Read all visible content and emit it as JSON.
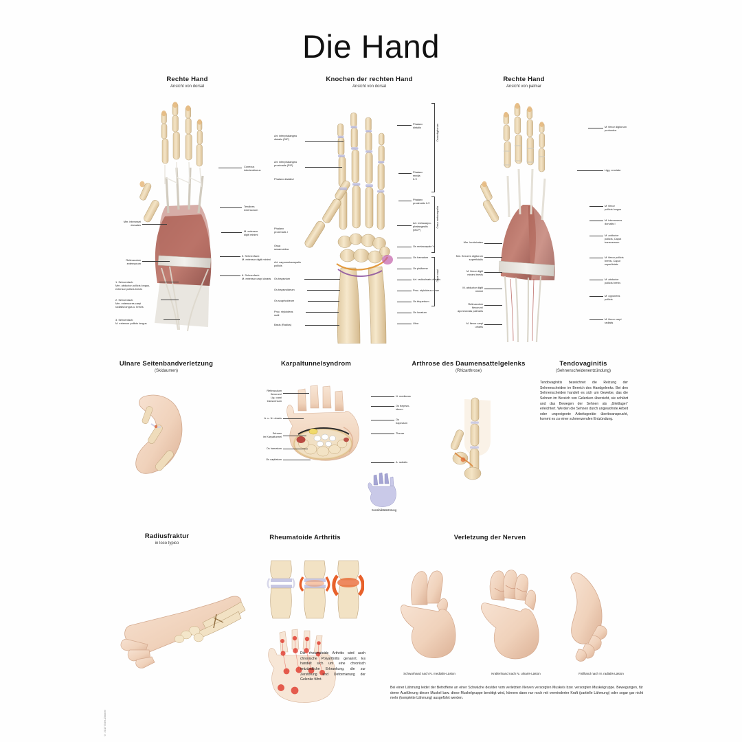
{
  "poster": {
    "title": "Die Hand",
    "copyright": "© 2017 Erler-Zimmer"
  },
  "colors": {
    "bone": "#efdcbb",
    "bone_shade": "#d8bf93",
    "muscle": "#9e5a50",
    "muscle_light": "#b97066",
    "tendon": "#e8e6e0",
    "skin": "#f3d9c6",
    "skin_shade": "#e0bba3",
    "cartilage": "#c9c9e4",
    "nerve": "#f0d96b",
    "artery": "#b93b3b",
    "vein": "#6b6bb0",
    "inflammation": "#e8612b",
    "ink": "#1c1c1c"
  },
  "row1": {
    "figures": [
      {
        "id": "hand-dorsal-muscles",
        "title": "Rechte Hand",
        "subtitle": "Ansicht von dorsal"
      },
      {
        "id": "hand-bones-dorsal",
        "title": "Knochen der rechten Hand",
        "subtitle": "Ansicht von dorsal"
      },
      {
        "id": "hand-palmar-muscles",
        "title": "Rechte Hand",
        "subtitle": "Ansicht von palmar"
      }
    ],
    "labels_dorsal_left": [
      "Mm. interossei\ndorsales",
      "Retinaculum\nextensorum",
      "1. Sehnenfach:\nMm. abductor pollicis longus,\nextensor pollicis brevis",
      "2. Sehnenfach:\nMm. extensores carpi\nradialis longus u. brevis",
      "3. Sehnenfach:\nM. extensor pollicis longus",
      "4. Sehnenfach:\nM. extensor digitorum"
    ],
    "labels_dorsal_right": [
      "Conexus\nintertendineus",
      "Tendines\nextensorum",
      "M. extensor\ndigiti minimi",
      "5. Sehnenfach:\nM. extensor digiti minimi",
      "6. Sehnenfach:\nM. extensor carpi ulnaris",
      "Mm. lumbricales"
    ],
    "labels_bones_left": [
      "Art. interphalangea\ndistalis (DIP)",
      "Art. interphalangea\nproximalis (PIP)",
      "Phalanx distalis I",
      "Phalanx\nproximalis I",
      "Ossa\nsesamoidea",
      "Art. carpometacarpalis\npollicis",
      "Os trapezium",
      "Os trapezoideum",
      "Os scaphoideum",
      "Proc. styloideus\nradii",
      "Basis (Radius)"
    ],
    "labels_bones_right": [
      "Phalanx\ndistalis",
      "Phalanx\nmedia\nII-V",
      "Phalanx\nproximalis II-V",
      "Art. metacarpo-\nphalangealis\n(MCP)",
      "Os metacarpale V",
      "Os hamatum",
      "Os pisiforme",
      "Art. radioulnaris distalis",
      "Proc. styloideus ulnae",
      "Os triquetrum",
      "Os lunatum",
      "Ulna"
    ],
    "bracket_labels_bones": [
      "Ossa digitorum",
      "Ossa metacarpalia",
      "Ossa carpi"
    ],
    "labels_palmar_left": [
      "Mm. lumbricales",
      "Mm. flexores digitorum\nsuperficialis",
      "M. flexor digiti\nminimi brevis",
      "M. abductor digiti\nminimi",
      "Retinaculum\nflexorum/\naponeurosis palmaris",
      "M. flexor carpi\nulnaris"
    ],
    "labels_palmar_right": [
      "M. flexor digitorum\nprofundus",
      "Ligg. cruciata",
      "M. flexor\npollicis longus",
      "M. interosseus\ndorsalis I",
      "M. adductor\npollicis, Caput\ntransversum",
      "M. flexor pollicis\nbrevis, Caput\nsuperficiale",
      "M. abductor\npollicis brevis",
      "M. opponens\npollicis",
      "M. flexor carpi\nradialis"
    ]
  },
  "row2": {
    "figures": [
      {
        "id": "skidaumen",
        "title": "Ulnare Seitenbandverletzung",
        "subtitle": "(Skidaumen)"
      },
      {
        "id": "karpaltunnelsyndrom",
        "title": "Karpaltunnelsyndrom",
        "subtitle": ""
      },
      {
        "id": "rhizarthrose",
        "title": "Arthrose des Daumensattelgelenks",
        "subtitle": "(Rhizarthrose)"
      },
      {
        "id": "tendovaginitis",
        "title": "Tendovaginitis",
        "subtitle": "(Sehnenscheidenentzündung)"
      }
    ],
    "tendovaginitis_text": "Tendovaginitis bezeichnet die Reizung der Sehnenscheiden im Bereich des Handgelenks. Bei den Sehnenscheiden handelt es sich um Gewebe, das die Sehnen im Bereich von Gelenken überzieht, sie schützt und das Bewegen der Sehnen als „Gleitlager“ erleichtert. Werden die Sehnen durch ungewohnte Arbeit oder ungeeignete Arbeitsgeräte überbeansprucht, kommt es zu einer schmerzenden Entzündung.",
    "karpaltunnel_labels_left": [
      "Retinaculum\nflexorum/\nLig. carpi\ntransversum",
      "A. u. N. ulnaris",
      "Sehnen\nim Karpaltunnel",
      "Os hamatum",
      "Os capitatum"
    ],
    "karpaltunnel_labels_right": [
      "N. medianus",
      "Os trapezo-\nideum",
      "Os\ntrapezium",
      "Thenar",
      "A. radialis"
    ],
    "karpaltunnel_caption": "Sensibilitätsstörung"
  },
  "row3": {
    "figures": [
      {
        "id": "radiusfraktur",
        "title": "Radiusfraktur",
        "subtitle": "in loco typico"
      },
      {
        "id": "rheumatoide-arthritis",
        "title": "Rheumatoide Arthritis",
        "subtitle": ""
      },
      {
        "id": "nervenverletzung",
        "title": "Verletzung der Nerven",
        "subtitle": ""
      }
    ],
    "arthritis_text": "Die rheumatoide Arthritis wird auch chronische Polyarthritis genannt. Es handelt sich um eine chronisch entzündliche Erkrankung, die zur Zerstörung und Deformierung der Gelenke führt.",
    "nerve_captions": [
      "Schwurhand nach N. medialis-Läsion",
      "Krallenhand nach N. ulnaris-Läsion",
      "Fallhand nach N. radialis-Läsion"
    ],
    "nerve_text": "Bei einer Lähmung leidet der Betroffene an einer Schwäche des/der vom verletzten Nerven versorgten Muskels bzw. versorgten Muskelgruppe. Bewegungen, für deren Ausführung dieser Muskel bzw. diese Muskelgruppe benötigt wird, können dann nur noch mit verminderter Kraft (partielle Lähmung) oder sogar gar nicht mehr (komplette Lähmung) ausgeführt werden."
  }
}
